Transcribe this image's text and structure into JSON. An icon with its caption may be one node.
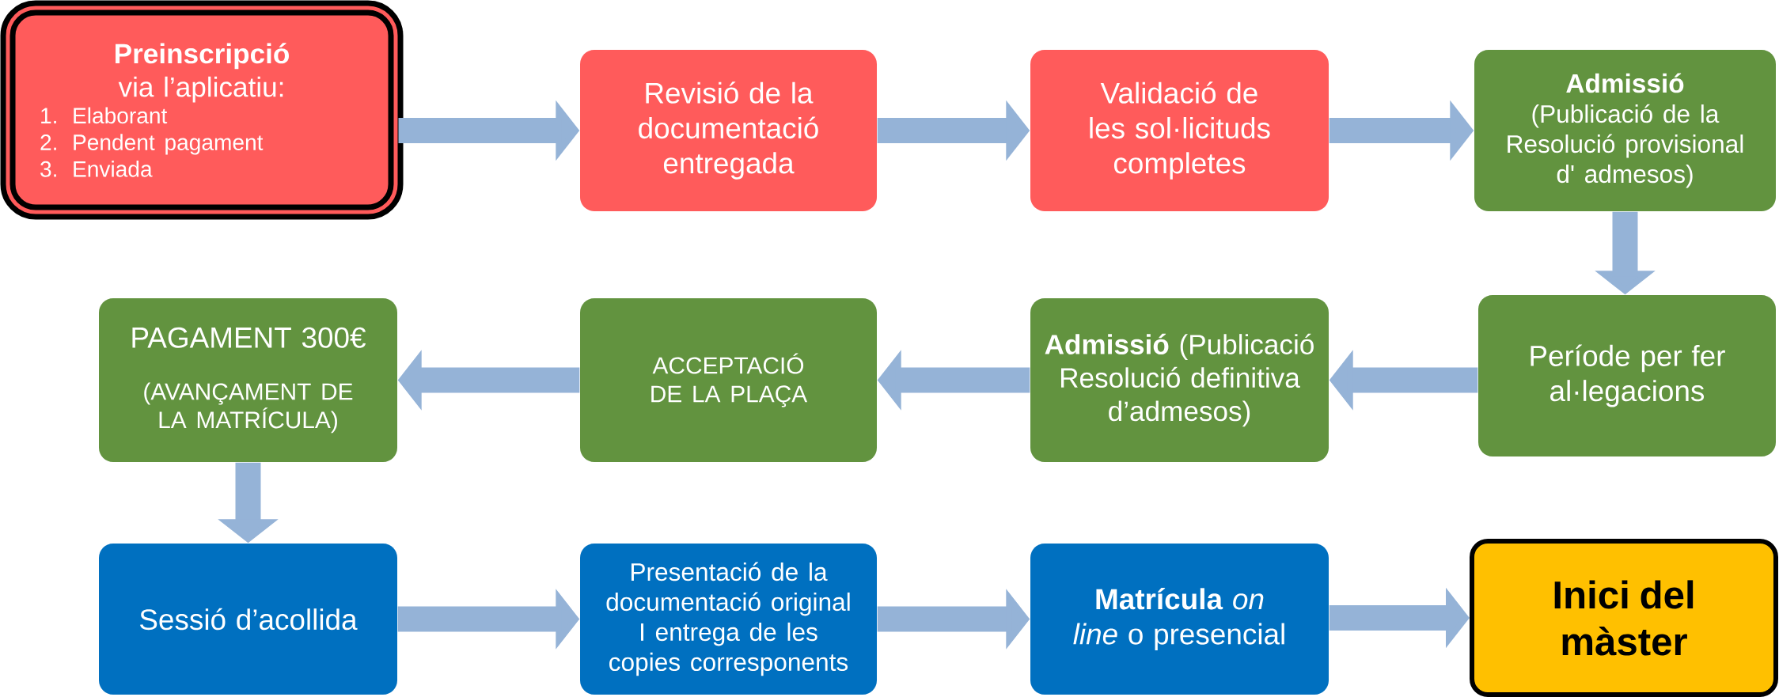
{
  "diagram": {
    "nodes": [
      {
        "text": [
          "**Preinscripció** via l’aplicatiu:",
          "1. Elaborant",
          "2. Pendent pagament",
          "3. Enviada"
        ]
      },
      {
        "text": [
          "Revisió de la documentació entregada"
        ]
      },
      {
        "text": [
          "Validació de les sol·licituds completes"
        ]
      },
      {
        "text": [
          "Admissió",
          "(Publicació de la Resolució provisional d' admesos)"
        ]
      },
      {
        "text": [
          "Període per fer al·legacions"
        ]
      },
      {
        "text": [
          "**Admissió** (Publicació Resolució definitiva d’admesos)"
        ]
      },
      {
        "text": [
          "ACCEPTACIÓ DE LA PLAÇA"
        ]
      },
      {
        "text": [
          "PAGAMENT 300€",
          "(AVANÇAMENT DE LA MATRÍCULA)"
        ]
      },
      {
        "text": [
          "Sessió d’acollida"
        ]
      },
      {
        "text": [
          "Presentació de la documentació original I entrega de les copies corresponents"
        ]
      },
      {
        "text": [
          "**Matrícula** *on line* o presencial"
        ]
      },
      {
        "text": [
          "Inici del màster"
        ]
      }
    ],
    "edges": [
      {
        "from": 0,
        "to": 1,
        "arrow": "to"
      },
      {
        "from": 1,
        "to": 2,
        "arrow": "to"
      },
      {
        "from": 2,
        "to": 3,
        "arrow": "to"
      },
      {
        "from": 3,
        "to": 4,
        "arrow": "to"
      },
      {
        "from": 4,
        "to": 5,
        "arrow": "to"
      },
      {
        "from": 5,
        "to": 6,
        "arrow": "to"
      },
      {
        "from": 6,
        "to": 7,
        "arrow": "to"
      },
      {
        "from": 7,
        "to": 8,
        "arrow": "to"
      },
      {
        "from": 8,
        "to": 9,
        "arrow": "to"
      },
      {
        "from": 9,
        "to": 10,
        "arrow": "to"
      },
      {
        "from": 10,
        "to": 11,
        "arrow": "to"
      }
    ]
  }
}
